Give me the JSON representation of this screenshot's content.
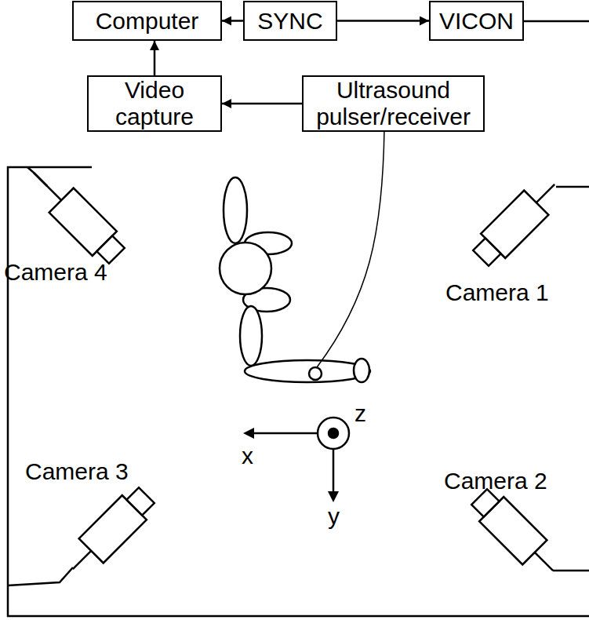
{
  "diagram": {
    "nodes": [
      {
        "text": [
          "Computer"
        ]
      },
      {
        "text": [
          "SYNC"
        ]
      },
      {
        "text": [
          "VICON"
        ]
      },
      {
        "text": [
          "Video capture"
        ]
      },
      {
        "text": [
          "Ultrasound pulser/receiver"
        ]
      }
    ],
    "edges": [
      {
        "from": 1,
        "to": 0,
        "arrow": "to"
      },
      {
        "from": 1,
        "to": 2,
        "arrow": "to"
      },
      {
        "from": 3,
        "to": 0,
        "arrow": "to"
      },
      {
        "from": 4,
        "to": 3,
        "arrow": "to"
      }
    ],
    "labels": [
      "Camera 4",
      "Camera 1",
      "Camera 3",
      "Camera 2",
      "x",
      "y",
      "z"
    ]
  }
}
